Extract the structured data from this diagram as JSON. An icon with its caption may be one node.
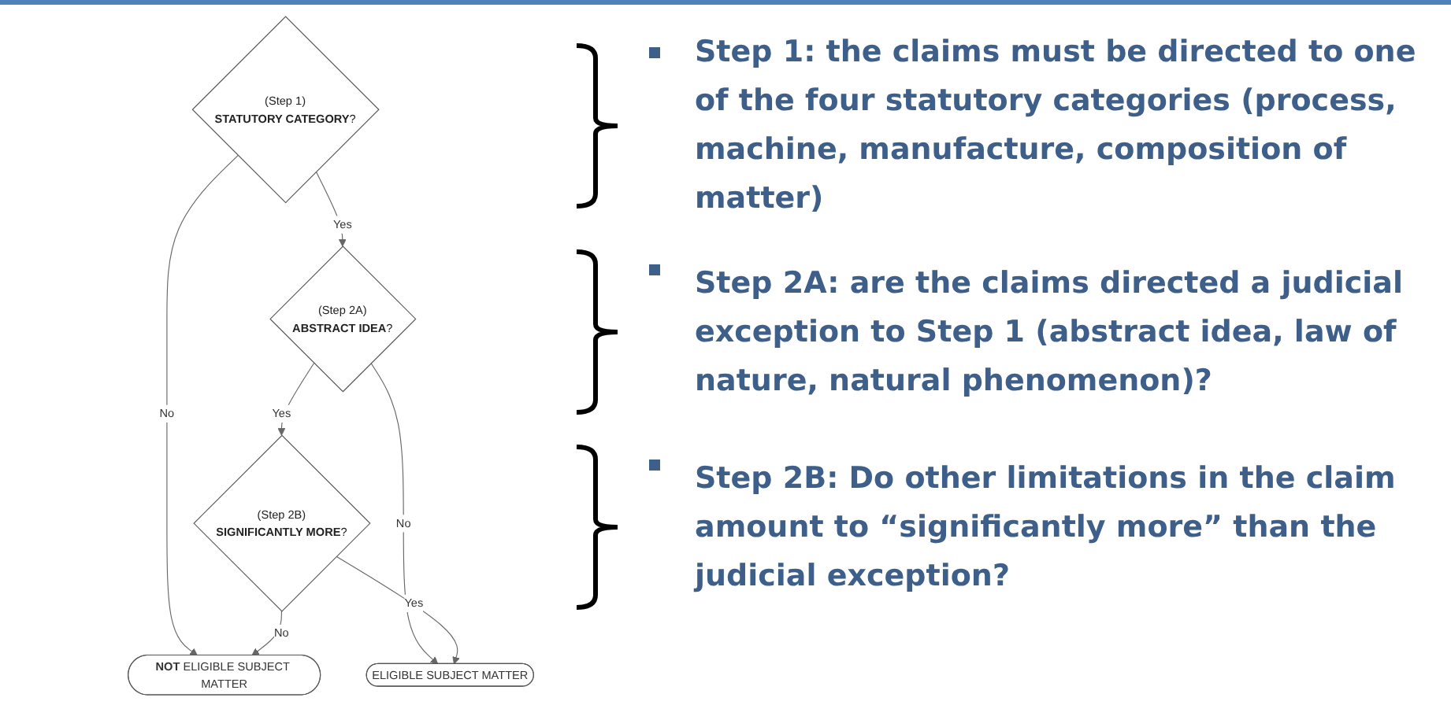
{
  "diagram": {
    "nodes": [
      {
        "text": [
          "(Step 1)",
          "**STATUTORY CATEGORY**?"
        ]
      },
      {
        "text": [
          "(Step 2A)",
          "**ABSTRACT IDEA**?"
        ]
      },
      {
        "text": [
          "(Step 2B)",
          "**SIGNIFICANTLY MORE**?"
        ]
      },
      {
        "text": [
          "ELIGIBLE SUBJECT MATTER"
        ]
      },
      {
        "text": [
          "**NOT** ELIGIBLE SUBJECT MATTER"
        ]
      }
    ],
    "edges": [
      {
        "from": 0,
        "to": 4,
        "label": "No",
        "arrow": "to"
      },
      {
        "from": 0,
        "to": 1,
        "label": "Yes",
        "arrow": "to"
      },
      {
        "from": 1,
        "to": 3,
        "label": "No",
        "arrow": "to"
      },
      {
        "from": 1,
        "to": 2,
        "label": "Yes",
        "arrow": "to"
      },
      {
        "from": 2,
        "to": 3,
        "label": "Yes",
        "arrow": "to"
      },
      {
        "from": 2,
        "to": 4,
        "label": "No",
        "arrow": "to"
      }
    ],
    "labels": [
      "Step 1:  the claims must be directed to one of the four statutory categories (process, machine, manufacture, composition of matter)",
      "Step 2A:  are the claims directed a judicial exception to Step 1 (abstract idea, law of nature, natural phenomenon)?",
      "Step 2B: Do other limitations in the claim amount to “significantly more” than the judicial exception?"
    ]
  }
}
